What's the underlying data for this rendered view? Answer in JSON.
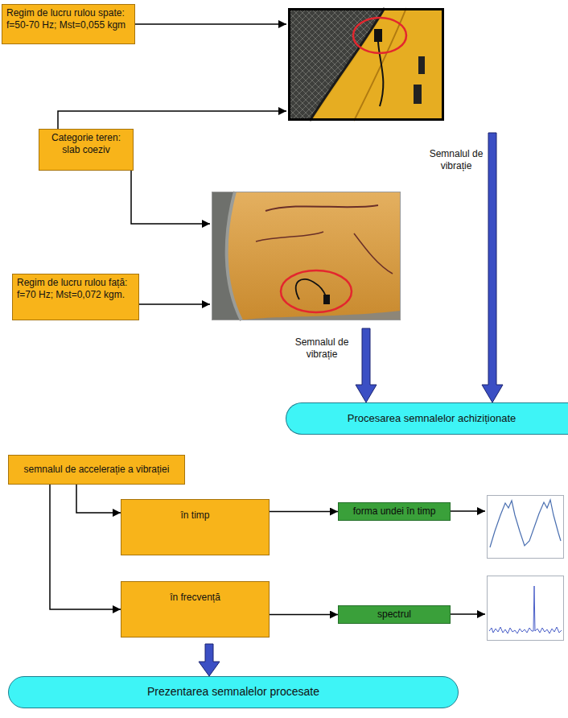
{
  "diagram": {
    "nodes": [
      {
        "text": [
          "Regim de lucru rulou spate: f=50-70 Hz; Mst=0,055 kgm"
        ]
      },
      {
        "text": [
          "Categorie teren: slab coeziv"
        ]
      },
      {
        "text": [
          "Regim de lucru rulou față: f=70 Hz; Mst=0,072 kgm."
        ]
      },
      {
        "text": [
          "Procesarea semnalelor achiziționate"
        ]
      },
      {
        "text": [
          "semnalul de accelerație a vibrației"
        ]
      },
      {
        "text": [
          "în timp"
        ]
      },
      {
        "text": [
          "în frecvență"
        ]
      },
      {
        "text": [
          "forma undei în timp"
        ]
      },
      {
        "text": [
          "spectrul"
        ]
      },
      {
        "text": [
          "Prezentarea semnalelor procesate"
        ]
      }
    ],
    "edges": [
      {
        "from": 4,
        "to": 5,
        "arrow": "to"
      },
      {
        "from": 4,
        "to": 6,
        "arrow": "to"
      },
      {
        "from": 5,
        "to": 7,
        "arrow": "to"
      },
      {
        "from": 6,
        "to": 8,
        "arrow": "to"
      },
      {
        "from": 6,
        "to": 9,
        "arrow": "to"
      }
    ],
    "labels": [
      "Semnalul de vibrație",
      "Semnalul de vibrație"
    ]
  }
}
